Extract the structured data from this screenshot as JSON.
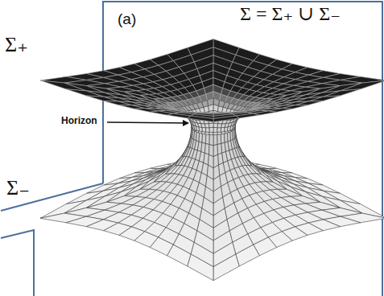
{
  "diagram": {
    "labels": [
      "(a)",
      "Σ = Σ₊ ∪ Σ₋",
      "Σ₊",
      "Horizon",
      "Σ₋"
    ]
  }
}
